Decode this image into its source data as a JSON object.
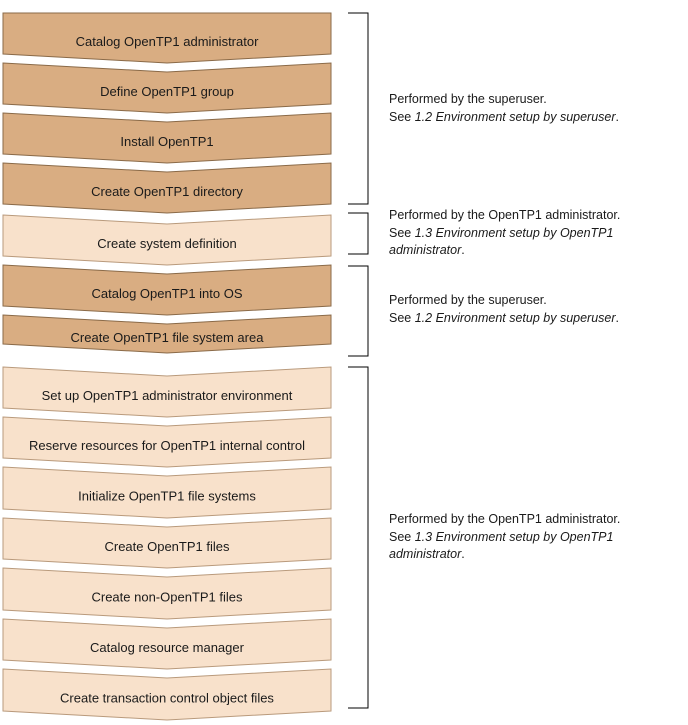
{
  "colors": {
    "superuser_fill": "#D9AD82",
    "superuser_stroke": "#8A6A48",
    "admin_fill": "#F8E1CB",
    "admin_stroke": "#B99A7C",
    "bracket": "#000000"
  },
  "steps": [
    {
      "label": "Catalog OpenTP1 administrator",
      "performer": "superuser"
    },
    {
      "label": "Define OpenTP1 group",
      "performer": "superuser"
    },
    {
      "label": "Install OpenTP1",
      "performer": "superuser"
    },
    {
      "label": "Create OpenTP1 directory",
      "performer": "superuser"
    },
    {
      "label": "Create system definition",
      "performer": "admin"
    },
    {
      "label": "Catalog OpenTP1 into OS",
      "performer": "superuser"
    },
    {
      "label": "Create OpenTP1 file system area",
      "performer": "superuser"
    },
    {
      "label": "Set up OpenTP1 administrator environment",
      "performer": "admin"
    },
    {
      "label": "Reserve resources for OpenTP1 internal control",
      "performer": "admin"
    },
    {
      "label": "Initialize OpenTP1 file systems",
      "performer": "admin"
    },
    {
      "label": "Create OpenTP1 files",
      "performer": "admin"
    },
    {
      "label": "Create non-OpenTP1 files",
      "performer": "admin"
    },
    {
      "label": "Catalog resource manager",
      "performer": "admin"
    },
    {
      "label": "Create transaction control object files",
      "performer": "admin"
    }
  ],
  "notes": [
    {
      "line1": "Performed by the superuser.",
      "see": "See ",
      "ref": "1.2 Environment setup by superuser",
      "end": "."
    },
    {
      "line1": "Performed by the OpenTP1 administrator.",
      "see": "See ",
      "ref": "1.3 Environment setup by OpenTP1 administrator",
      "end": "."
    },
    {
      "line1": "Performed by the superuser.",
      "see": "See ",
      "ref": "1.2 Environment setup by superuser",
      "end": "."
    },
    {
      "line1": "Performed by the OpenTP1 administrator.",
      "see": "See ",
      "ref": "1.3 Environment setup by OpenTP1 administrator",
      "end": "."
    }
  ]
}
